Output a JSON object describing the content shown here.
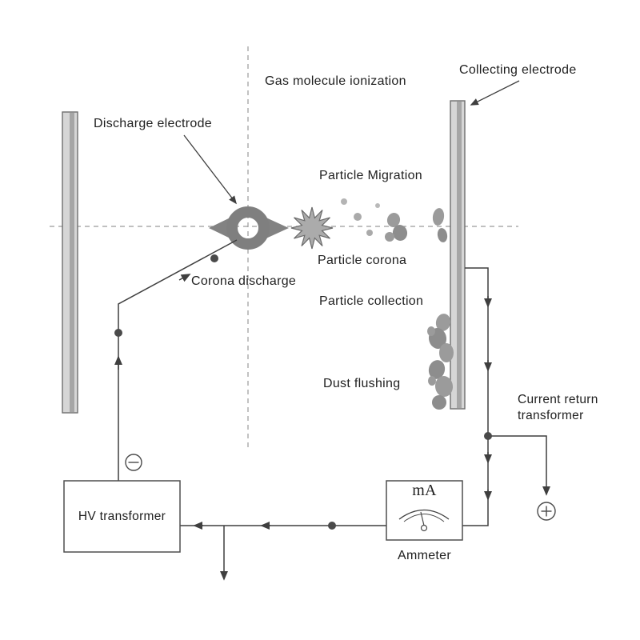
{
  "labels": {
    "gas_molecule_ionization": "Gas molecule ionization",
    "collecting_electrode": "Collecting electrode",
    "discharge_electrode": "Discharge electrode",
    "particle_migration": "Particle Migration",
    "particle_corona": "Particle corona",
    "corona_discharge": "Corona discharge",
    "particle_collection": "Particle collection",
    "dust_flushing": "Dust flushing",
    "current_return_transformer": "Current return transformer",
    "hv_transformer": "HV transformer",
    "ammeter": "Ammeter",
    "meter_unit": "mA"
  },
  "icons": {
    "negative_terminal": "circle-minus",
    "positive_terminal": "circle-plus",
    "flow_arrow": "solid-arrowhead",
    "junction": "filled-dot"
  },
  "colors": {
    "wire": "#3f3f3f",
    "text": "#1f1f1f",
    "plate_fill": "#d6d6d6",
    "plate_shade": "#a6a6a6",
    "particle": "#9b9b9b",
    "dashed_axis": "#9a9a9a",
    "background": "#ffffff"
  }
}
